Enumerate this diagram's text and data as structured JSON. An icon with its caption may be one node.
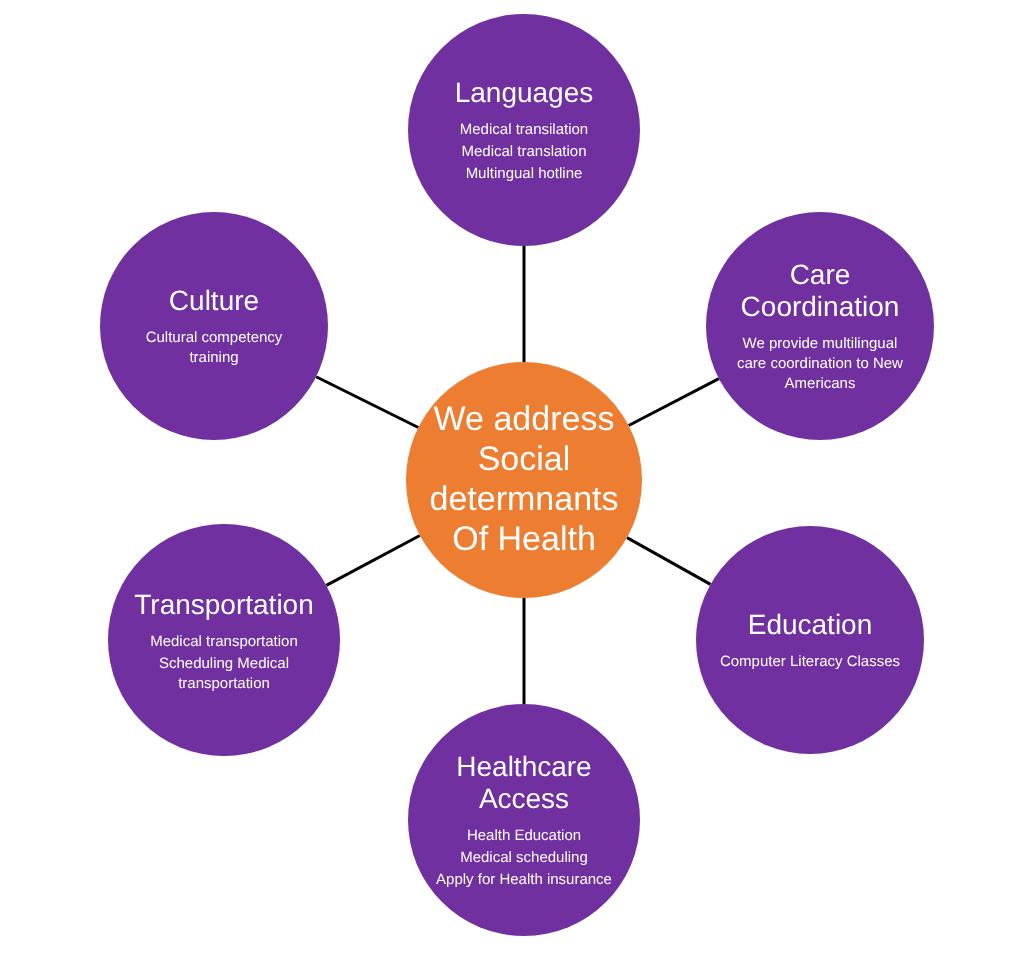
{
  "diagram": {
    "nodes": [
      {
        "text": [
          "We address Social determnants Of Health"
        ]
      },
      {
        "text": [
          "Languages",
          "Medical transilation",
          "Medical translation",
          "Multingual hotline"
        ]
      },
      {
        "text": [
          "Culture",
          "Cultural competency training"
        ]
      },
      {
        "text": [
          "Care Coordination",
          "We provide multilingual care coordination to New Americans"
        ]
      },
      {
        "text": [
          "Transportation",
          "Medical transportation",
          "Scheduling Medical transportation"
        ]
      },
      {
        "text": [
          "Education",
          "Computer Literacy Classes"
        ]
      },
      {
        "text": [
          "Healthcare Access",
          "Health Education",
          "Medical scheduling",
          "Apply for Health insurance"
        ]
      }
    ],
    "edges": [
      {
        "from": 0,
        "to": 1,
        "arrow": "none"
      },
      {
        "from": 0,
        "to": 2,
        "arrow": "none"
      },
      {
        "from": 0,
        "to": 3,
        "arrow": "none"
      },
      {
        "from": 0,
        "to": 4,
        "arrow": "none"
      },
      {
        "from": 0,
        "to": 5,
        "arrow": "none"
      },
      {
        "from": 0,
        "to": 6,
        "arrow": "none"
      }
    ]
  }
}
